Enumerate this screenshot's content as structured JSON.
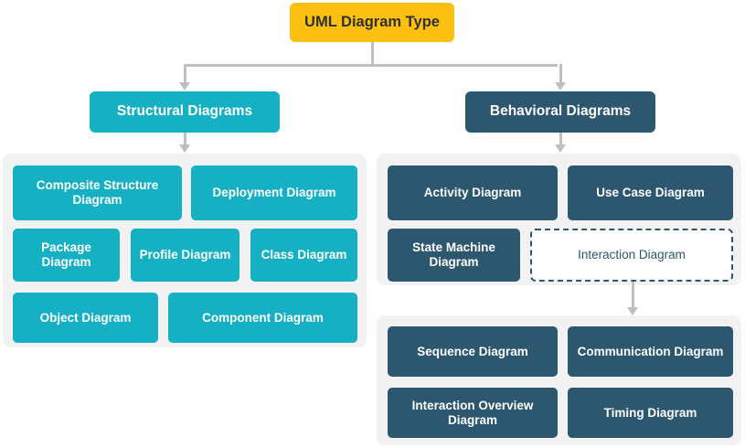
{
  "diagram": {
    "title": "UML Diagram Type",
    "root": {
      "label": "UML Diagram Type"
    },
    "branches": [
      {
        "key": "structural",
        "label": "Structural Diagrams",
        "color": "#16b0c4",
        "children": [
          {
            "label": "Composite Structure Diagram"
          },
          {
            "label": "Deployment Diagram"
          },
          {
            "label": "Package Diagram"
          },
          {
            "label": "Profile Diagram"
          },
          {
            "label": "Class Diagram"
          },
          {
            "label": "Object Diagram"
          },
          {
            "label": "Component Diagram"
          }
        ]
      },
      {
        "key": "behavioral",
        "label": "Behavioral Diagrams",
        "color": "#2d566f",
        "children": [
          {
            "label": "Activity Diagram"
          },
          {
            "label": "Use Case Diagram"
          },
          {
            "label": "State Machine Diagram"
          },
          {
            "label": "Interaction Diagram",
            "style": "dashed"
          }
        ],
        "subgroup": {
          "parent": "Interaction Diagram",
          "children": [
            {
              "label": "Sequence Diagram"
            },
            {
              "label": "Communication Diagram"
            },
            {
              "label": "Interaction Overview Diagram"
            },
            {
              "label": "Timing Diagram"
            }
          ]
        }
      }
    ],
    "colors": {
      "root": "#fdc010",
      "root_text": "#2f3031",
      "structural": "#16b0c4",
      "behavioral": "#2d566f",
      "panel": "#f2f2f2",
      "connector": "#bfbfbf",
      "node_text": "#ffffff"
    }
  }
}
